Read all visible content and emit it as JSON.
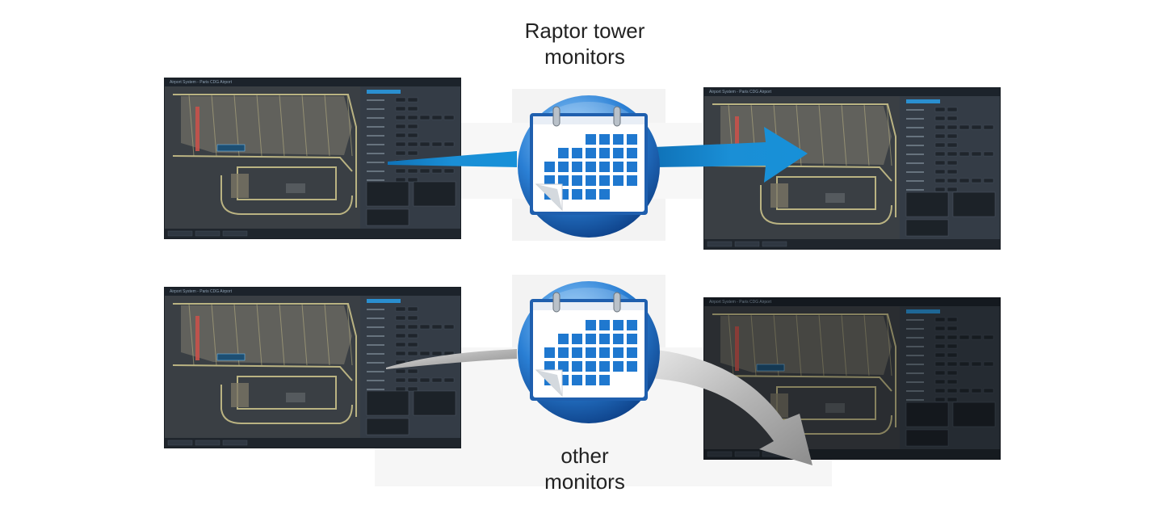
{
  "captions": {
    "top": [
      "Raptor tower",
      "monitors"
    ],
    "bottom": [
      "other",
      "monitors"
    ]
  },
  "screens": {
    "title": "Airport System - Paris CDG Airport"
  },
  "colors": {
    "blue_arrow": "#1a8fd6",
    "gray_arrow": "#9a9a9a",
    "calendar_blue": "#1f6fc0",
    "globe_blue": "#2a7fd4"
  },
  "icons": {
    "calendar": "calendar-icon"
  }
}
